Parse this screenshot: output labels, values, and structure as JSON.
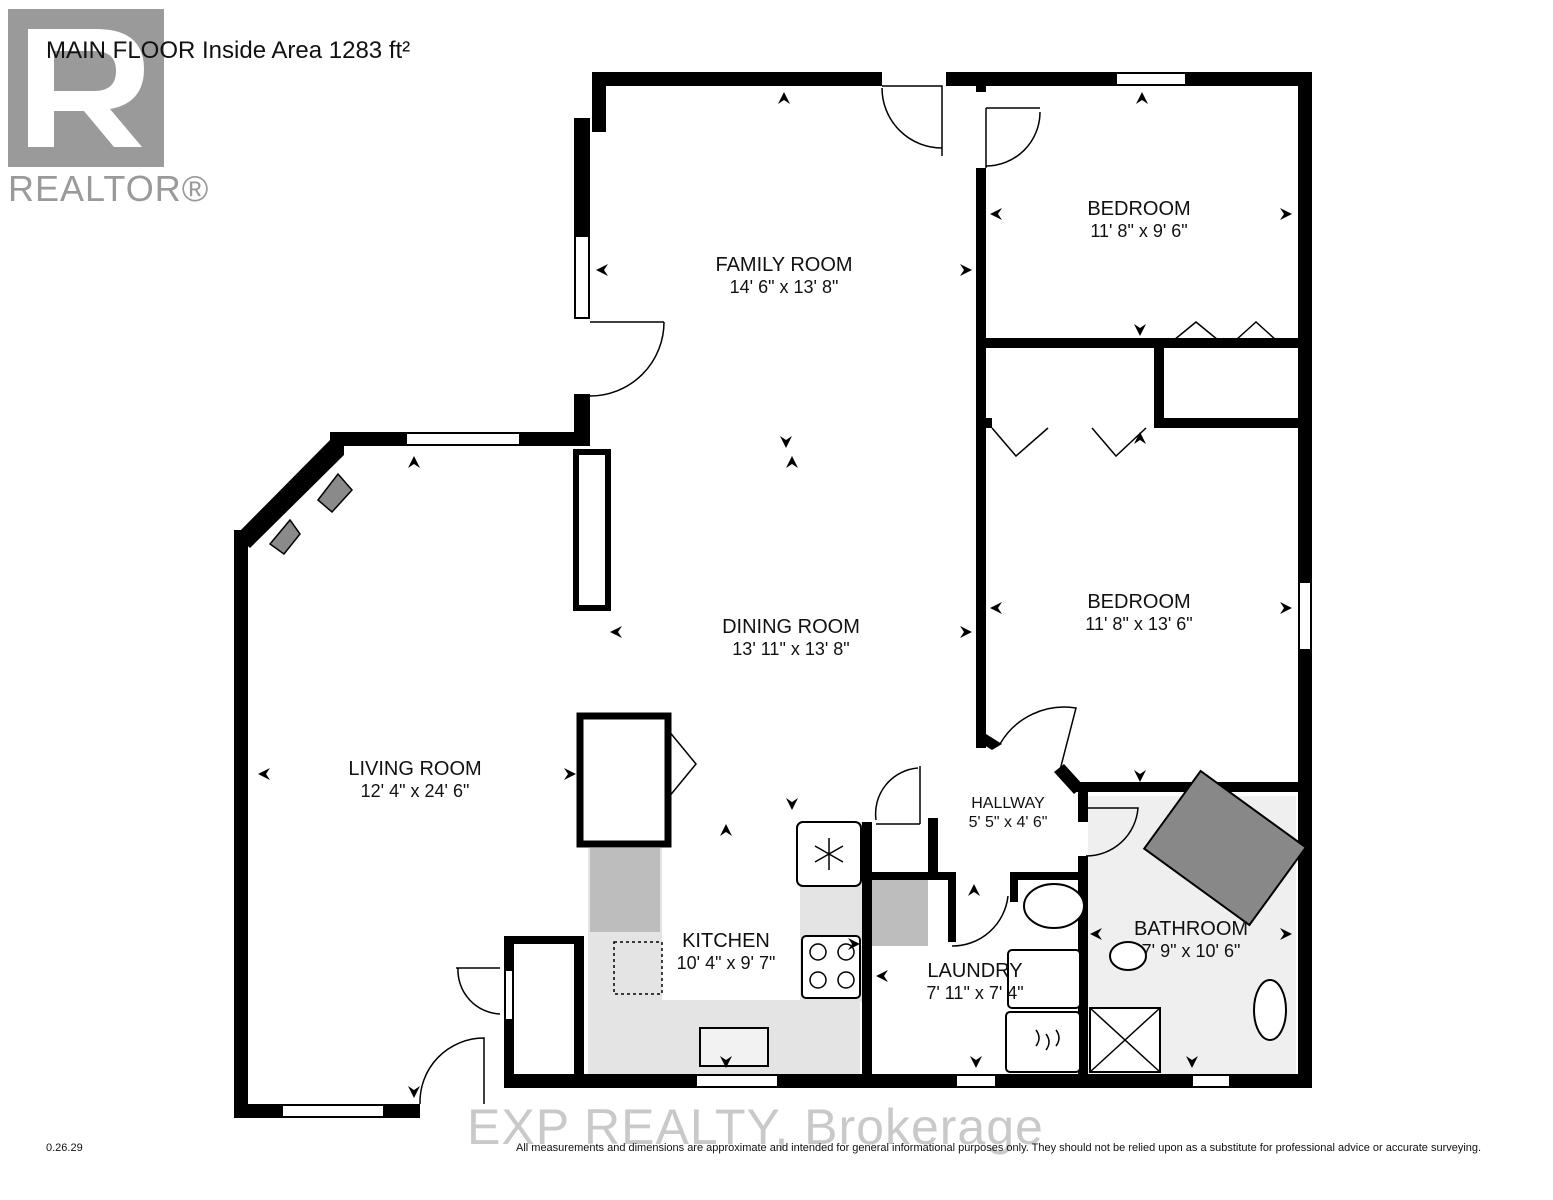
{
  "plan": {
    "floor_title": "MAIN FLOOR Inside Area 1283 ft²",
    "version": "0.26.29",
    "disclaimer": "All measurements and dimensions are approximate and intended for general informational purposes only. They should not be relied upon as a substitute for professional advice or accurate surveying.",
    "watermark": "EXP REALTY, Brokerage",
    "logo_text": "REALTOR®"
  },
  "rooms": {
    "family": {
      "name": "FAMILY ROOM",
      "dim": "14' 6\" x 13' 8\""
    },
    "bedroom1": {
      "name": "BEDROOM",
      "dim": "11' 8\" x 9' 6\""
    },
    "bedroom2": {
      "name": "BEDROOM",
      "dim": "11' 8\" x 13' 6\""
    },
    "dining": {
      "name": "DINING ROOM",
      "dim": "13' 11\" x 13' 8\""
    },
    "living": {
      "name": "LIVING ROOM",
      "dim": "12' 4\" x 24' 6\""
    },
    "hallway": {
      "name": "HALLWAY",
      "dim": "5' 5\" x 4' 6\""
    },
    "kitchen": {
      "name": "KITCHEN",
      "dim": "10' 4\" x 9' 7\""
    },
    "bathroom": {
      "name": "BATHROOM",
      "dim": "7' 9\" x 10' 6\""
    },
    "laundry": {
      "name": "LAUNDRY",
      "dim": "7' 11\" x 7' 4\""
    }
  },
  "colors": {
    "wall": "#000000",
    "fixture_gray": "#c8c8c8",
    "logo_gray": "#9a9a9a"
  }
}
